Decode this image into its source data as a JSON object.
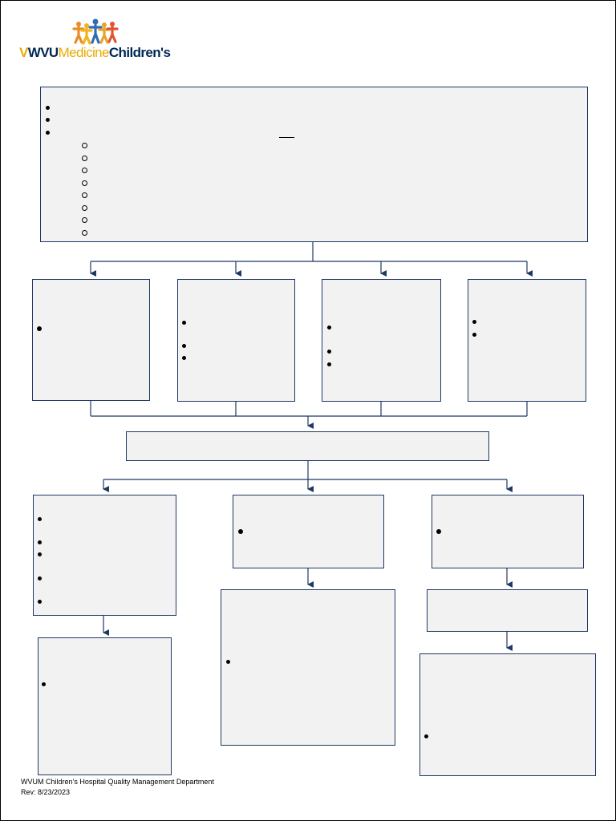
{
  "logo": {
    "prefix_mark": "V",
    "wvu": "WVU",
    "medicine": "Medicine",
    "childrens": "Children's",
    "colors": {
      "gold": "#eaaa00",
      "navy": "#002855",
      "people": [
        "#e98b2a",
        "#f3b31a",
        "#2f6db5",
        "#e6a42b",
        "#e2532f"
      ]
    }
  },
  "colors": {
    "box_fill": "#f2f2f2",
    "box_border": "#1f3864",
    "connector": "#1f3864"
  },
  "footer": {
    "line1": "WVUM Children’s Hospital Quality Management Department",
    "line2": "Rev: 8/23/2023"
  }
}
